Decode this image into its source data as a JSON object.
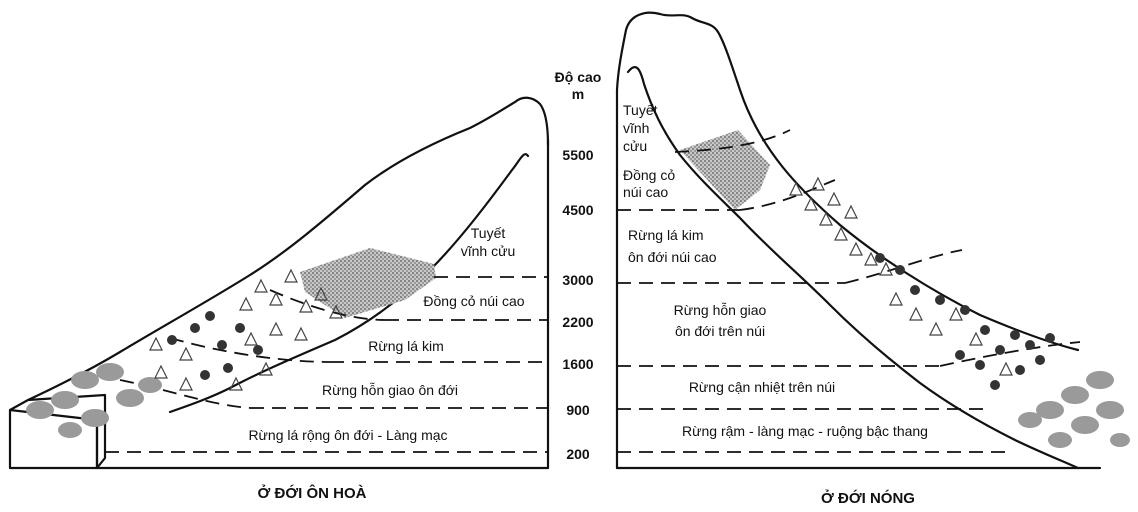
{
  "temperate": {
    "caption": "Ở ĐỚI ÔN HOÀ",
    "zones": [
      "Tuyết",
      "vĩnh cửu",
      "Đồng cỏ núi cao",
      "Rừng lá kim",
      "Rừng hỗn giao ôn đới",
      "Rừng lá rộng ôn đới - Làng mạc"
    ]
  },
  "altitude": {
    "title_line1": "Độ cao",
    "title_line2": "m",
    "ticks": [
      "5500",
      "4500",
      "3000",
      "2200",
      "1600",
      "900",
      "200"
    ]
  },
  "tropical": {
    "caption": "Ở ĐỚI NÓNG",
    "zones": [
      "Tuyết",
      "vĩnh",
      "cửu",
      "Đồng cỏ",
      "núi cao",
      "Rừng lá kim",
      "ôn đới núi cao",
      "Rừng hỗn giao",
      "ôn đới trên núi",
      "Rừng cận nhiệt trên núi",
      "Rừng rậm - làng mạc - ruộng bậc thang"
    ]
  },
  "colors": {
    "ink": "#111111",
    "grass": "#9a9a9a",
    "vegetation": "#777777"
  }
}
